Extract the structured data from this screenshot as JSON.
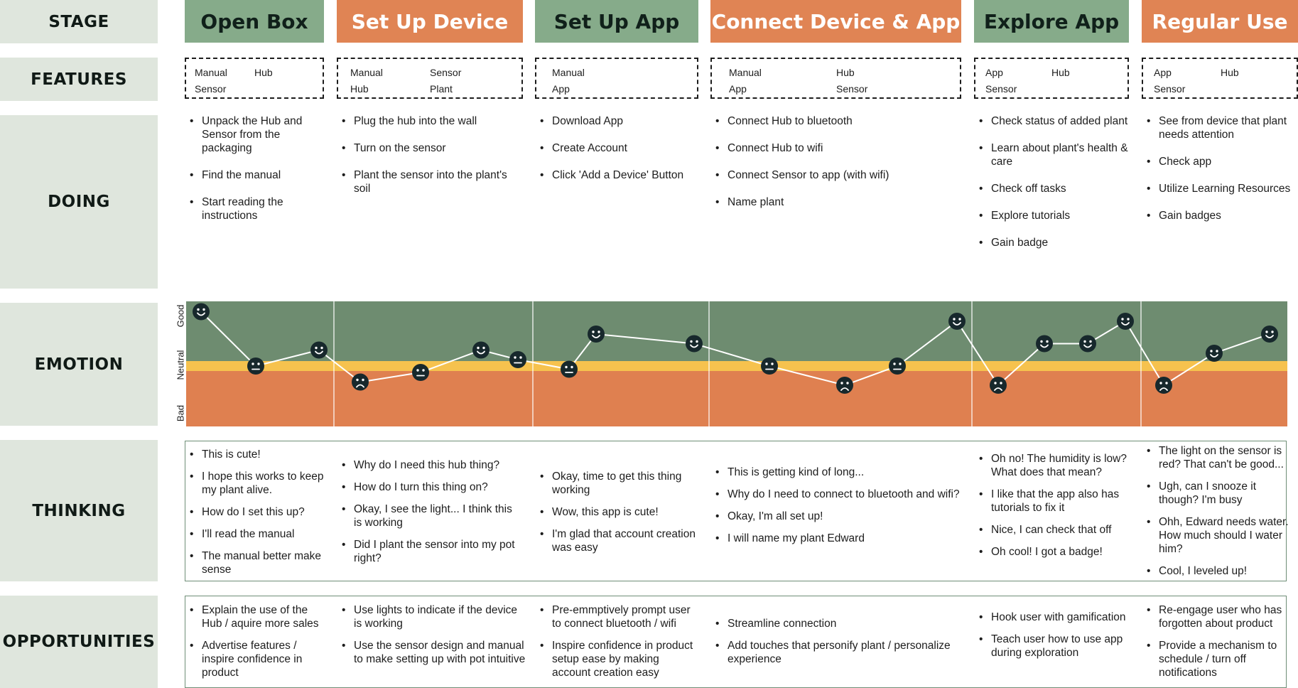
{
  "row_labels": {
    "stage": "STAGE",
    "features": "FEATURES",
    "doing": "DOING",
    "emotion": "EMOTION",
    "thinking": "THINKING",
    "opportunities": "OPPORTUNITIES"
  },
  "stages": [
    {
      "name": "Open Box",
      "color": "green",
      "features": [
        "Manual",
        "Hub",
        "Sensor"
      ],
      "doing": [
        "Unpack the Hub and Sensor from the packaging",
        "Find the manual",
        "Start reading the instructions"
      ],
      "thinking": [
        "This is cute!",
        "I hope this works to keep my plant alive.",
        "How do I set this up?",
        "I'll read the manual",
        "The manual better make sense"
      ],
      "opportunities": [
        "Explain the use of the Hub / aquire more sales",
        "Advertise features / inspire confidence in product"
      ]
    },
    {
      "name": "Set Up Device",
      "color": "orange",
      "features": [
        "Manual",
        "Sensor",
        "Hub",
        "Plant"
      ],
      "doing": [
        "Plug the hub into the wall",
        "Turn on the sensor",
        "Plant the sensor into the plant's soil"
      ],
      "thinking": [
        "Why do I need this hub thing?",
        "How do I turn this thing on?",
        "Okay, I see the light... I think this is working",
        "Did I plant the sensor into my pot right?"
      ],
      "opportunities": [
        "Use lights to indicate if the device is working",
        "Use the sensor design and manual to make setting up with pot intuitive"
      ]
    },
    {
      "name": "Set Up App",
      "color": "green",
      "features": [
        "Manual",
        "App"
      ],
      "doing": [
        "Download App",
        "Create Account",
        "Click 'Add a Device' Button"
      ],
      "thinking": [
        "Okay, time to get this thing working",
        "Wow, this app is cute!",
        "I'm glad that account creation was easy"
      ],
      "opportunities": [
        "Pre-emmptively prompt user to connect bluetooth / wifi",
        "Inspire confidence in product setup ease by making account creation easy"
      ]
    },
    {
      "name": "Connect Device & App",
      "color": "orange",
      "features": [
        "Manual",
        "Hub",
        "App",
        "Sensor"
      ],
      "doing": [
        "Connect Hub to bluetooth",
        "Connect Hub to wifi",
        "Connect Sensor to app (with wifi)",
        "Name plant"
      ],
      "thinking": [
        "This is getting kind of long...",
        "Why do I need to connect to bluetooth and wifi?",
        "Okay, I'm all set up!",
        "I will name my plant Edward"
      ],
      "opportunities": [
        "Streamline connection",
        "Add touches that personify plant / personalize experience"
      ]
    },
    {
      "name": "Explore App",
      "color": "green",
      "features": [
        "App",
        "Hub",
        "Sensor"
      ],
      "doing": [
        "Check status of added plant",
        "Learn about plant's health & care",
        "Check off tasks",
        "Explore tutorials",
        "Gain badge"
      ],
      "thinking": [
        "Oh no! The humidity is low? What does that mean?",
        "I like that the app also has tutorials to fix it",
        "Nice, I can check that off",
        "Oh cool! I got a badge!"
      ],
      "opportunities": [
        "Hook user with gamification",
        "Teach user how to use app during exploration"
      ]
    },
    {
      "name": "Regular Use",
      "color": "orange",
      "features": [
        "App",
        "Hub",
        "Sensor"
      ],
      "doing": [
        "See from device that plant needs attention",
        "Check app",
        "Utilize Learning Resources",
        "Gain badges"
      ],
      "thinking": [
        "The light on the sensor is red? That can't be good...",
        "Ugh, can I snooze it though? I'm busy",
        "Ohh, Edward needs water. How much should I water him?",
        "Cool, I leveled up!"
      ],
      "opportunities": [
        "Re-engage user who has forgotten about product",
        "Provide a mechanism to schedule / turn off notifications"
      ]
    }
  ],
  "emotion": {
    "axis_labels": {
      "good": "Good",
      "neutral": "Neutral",
      "bad": "Bad"
    },
    "colors": {
      "good": "#6e8c70",
      "neutral": "#f6c24e",
      "bad": "#df8050",
      "face": "#17282c",
      "line": "#ffffff"
    },
    "points": [
      {
        "stage": "Open Box",
        "level": "good",
        "score": 0.85
      },
      {
        "stage": "Open Box",
        "level": "neutral",
        "score": 0.0
      },
      {
        "stage": "Open Box",
        "level": "good",
        "score": 0.25
      },
      {
        "stage": "Set Up Device",
        "level": "bad",
        "score": -0.25
      },
      {
        "stage": "Set Up Device",
        "level": "neutral",
        "score": -0.1
      },
      {
        "stage": "Set Up Device",
        "level": "good",
        "score": 0.25
      },
      {
        "stage": "Set Up Device",
        "level": "neutral",
        "score": 0.1
      },
      {
        "stage": "Set Up App",
        "level": "neutral",
        "score": -0.05
      },
      {
        "stage": "Set Up App",
        "level": "good",
        "score": 0.5
      },
      {
        "stage": "Set Up App",
        "level": "good",
        "score": 0.35
      },
      {
        "stage": "Connect Device & App",
        "level": "neutral",
        "score": 0.0
      },
      {
        "stage": "Connect Device & App",
        "level": "bad",
        "score": -0.3
      },
      {
        "stage": "Connect Device & App",
        "level": "neutral",
        "score": 0.0
      },
      {
        "stage": "Connect Device & App",
        "level": "good",
        "score": 0.7
      },
      {
        "stage": "Explore App",
        "level": "bad",
        "score": -0.3
      },
      {
        "stage": "Explore App",
        "level": "good",
        "score": 0.35
      },
      {
        "stage": "Explore App",
        "level": "good",
        "score": 0.35
      },
      {
        "stage": "Explore App",
        "level": "good",
        "score": 0.7
      },
      {
        "stage": "Regular Use",
        "level": "bad",
        "score": -0.3
      },
      {
        "stage": "Regular Use",
        "level": "good",
        "score": 0.2
      },
      {
        "stage": "Regular Use",
        "level": "good",
        "score": 0.5
      }
    ]
  }
}
